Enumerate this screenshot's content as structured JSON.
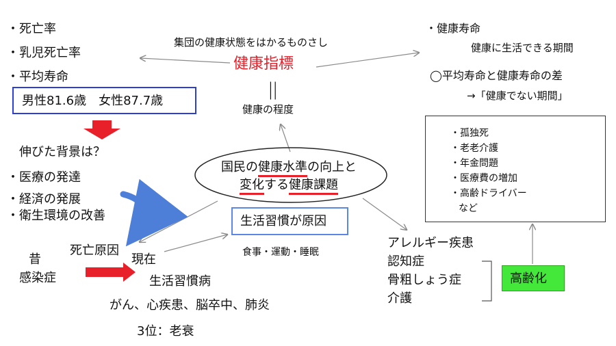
{
  "left": {
    "bullet1": "・死亡率",
    "bullet2": "・乳児死亡率",
    "bullet3": "・平均寿命",
    "avg_life": "男性81.6歳　女性87.7歳",
    "question": "伸びた背景は？",
    "reason1": "・医療の発達",
    "reason2": "・経済の発展",
    "reason3": "・衛生環境の改善"
  },
  "center_top": {
    "caption": "集団の健康状態をはかるものさし",
    "title": "健康指標",
    "equals": "||",
    "degree": "健康の程度"
  },
  "ellipse": {
    "line1_a": "国民の",
    "line1_b": "健康水準",
    "line1_c": "の向上と",
    "line2_a": "変化",
    "line2_b": "する",
    "line2_c": "健康課題"
  },
  "right_top": {
    "bullet": "・健康寿命",
    "desc": "健康に生活できる期間",
    "diff": "◯平均寿命と健康寿命の差",
    "unhealthy": "→「健康でない期間」"
  },
  "issues_box": {
    "items": [
      "・孤独死",
      "・老老介護",
      "・年金問題",
      "・医療費の増加",
      "・高齢ドライバー"
    ],
    "etc": "など"
  },
  "causes": {
    "past_label": "昔",
    "past_value": "感染症",
    "death_cause": "死亡原因",
    "now_label": "現在",
    "now_value": "生活習慣病",
    "diseases": "がん、心疾患、脳卒中、肺炎",
    "third": "3位：老衰"
  },
  "lifestyle": {
    "box": "生活習慣が原因",
    "sub": "食事・運動・睡眠"
  },
  "aging": {
    "list": [
      "アレルギー疾患",
      "認知症",
      "骨粗しょう症",
      "介護"
    ],
    "box": "高齢化"
  },
  "colors": {
    "red": "#e8202a",
    "blue": "#2b3fd6",
    "light_blue": "#5b86e6",
    "green": "#44e83a",
    "arrow_grey": "#8a8a8a"
  }
}
